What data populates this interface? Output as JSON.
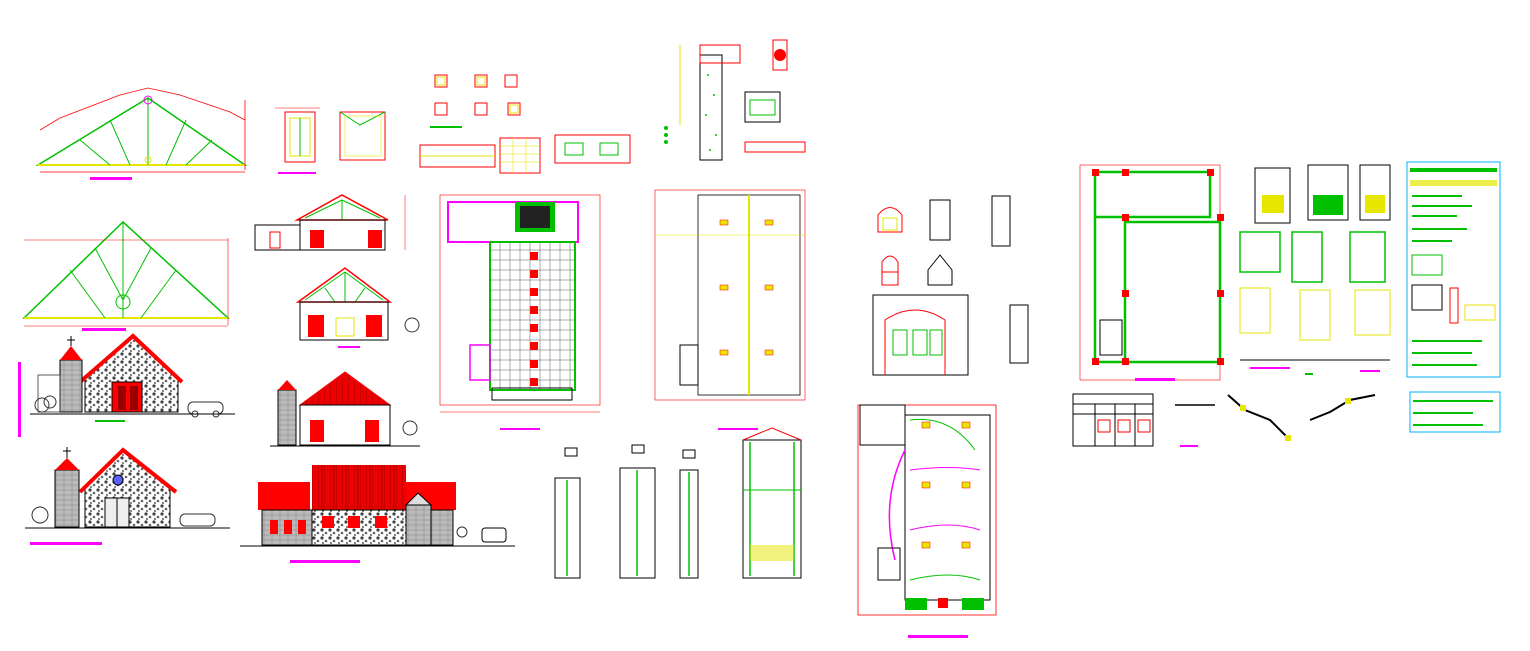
{
  "drawing": {
    "background": "#ffffff",
    "palette": {
      "red": "#ff0000",
      "green": "#00c000",
      "yellow": "#e6e600",
      "magenta": "#ff00ff",
      "cyan": "#00b0ff",
      "black": "#000000",
      "blue": "#0000ff",
      "stone": "#555555"
    },
    "panels": [
      {
        "id": "truss-1",
        "kind": "roof-truss",
        "caption": ""
      },
      {
        "id": "truss-2",
        "kind": "roof-truss",
        "caption": ""
      },
      {
        "id": "window-details",
        "kind": "detail",
        "caption": ""
      },
      {
        "id": "column-sections",
        "kind": "detail",
        "caption": ""
      },
      {
        "id": "wall-section",
        "kind": "detail",
        "caption": ""
      },
      {
        "id": "chapel-front-elevation",
        "kind": "elevation",
        "caption": ""
      },
      {
        "id": "chapel-front-elevation-2",
        "kind": "elevation",
        "caption": ""
      },
      {
        "id": "cross-sections",
        "kind": "section",
        "caption": ""
      },
      {
        "id": "lateral-elevation",
        "kind": "elevation",
        "caption": ""
      },
      {
        "id": "floor-plan",
        "kind": "plan",
        "caption": ""
      },
      {
        "id": "roof-plan",
        "kind": "plan",
        "caption": ""
      },
      {
        "id": "beam-developments",
        "kind": "detail",
        "caption": ""
      },
      {
        "id": "door-window-details",
        "kind": "detail",
        "caption": ""
      },
      {
        "id": "electrical-plan",
        "kind": "plan",
        "caption": ""
      },
      {
        "id": "foundation-plan",
        "kind": "plan",
        "caption": ""
      },
      {
        "id": "foundation-details",
        "kind": "detail",
        "caption": ""
      },
      {
        "id": "specifications-table",
        "kind": "table",
        "caption": ""
      },
      {
        "id": "column-schedule",
        "kind": "table",
        "caption": ""
      }
    ]
  }
}
